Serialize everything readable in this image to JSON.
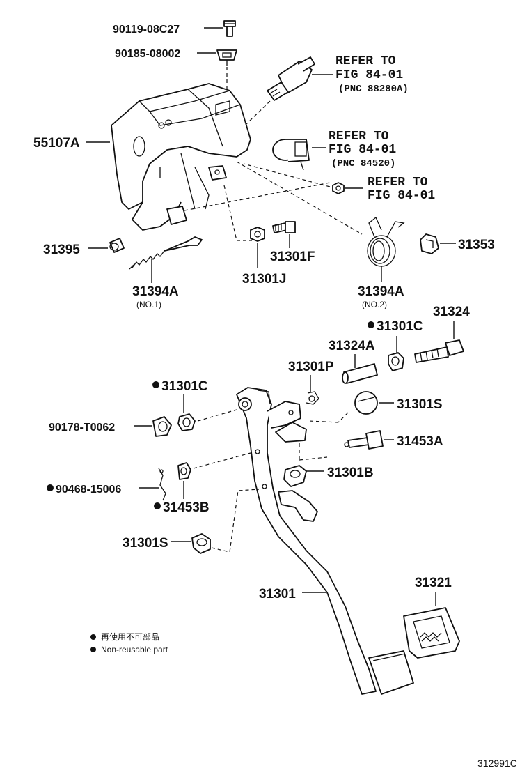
{
  "parts": {
    "p90119": "90119-08C27",
    "p90185": "90185-08002",
    "p55107A": "55107A",
    "p31395": "31395",
    "p31394A_1": "31394A",
    "p31394A_1_sub": "(NO.1)",
    "p31301J": "31301J",
    "p31301F": "31301F",
    "p31394A_2": "31394A",
    "p31394A_2_sub": "(NO.2)",
    "p31353": "31353",
    "p31324": "31324",
    "p31301C_top": "31301C",
    "p31324A": "31324A",
    "p31301P": "31301P",
    "p31301C_left": "31301C",
    "p90178": "90178-T0062",
    "p31301S_right": "31301S",
    "p31453A": "31453A",
    "p31301B": "31301B",
    "p90468": "90468-15006",
    "p31453B": "31453B",
    "p31301S_left": "31301S",
    "p31301": "31301",
    "p31321": "31321"
  },
  "refs": {
    "r1_line1": "REFER TO",
    "r1_line2": "FIG 84-01",
    "r1_line3": "(PNC 88280A)",
    "r2_line1": "REFER TO",
    "r2_line2": "FIG 84-01",
    "r2_line3": "(PNC 84520)",
    "r3_line1": "REFER TO",
    "r3_line2": "FIG 84-01"
  },
  "legend": {
    "jp": "再使用不可部品",
    "en": "Non-reusable part"
  },
  "figure_code": "312991C"
}
